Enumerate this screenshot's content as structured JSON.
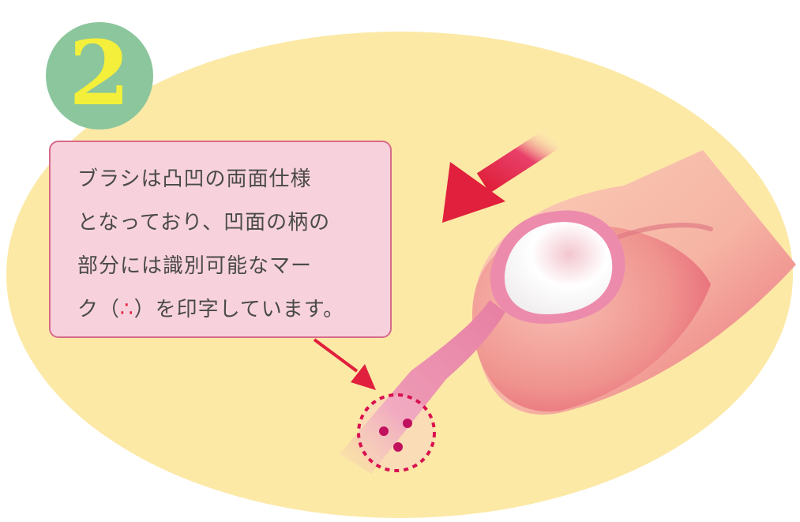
{
  "step": {
    "number": "2"
  },
  "callout": {
    "lines": [
      "ブラシは凸凹の両面仕様",
      "となっており、凹面の柄の",
      "部分には識別可能なマー"
    ],
    "last_line_before": "ク（",
    "mark_symbol": "∴",
    "last_line_after": "）を印字しています。"
  },
  "colors": {
    "background_ellipse": "#fce9a6",
    "badge": "#8bc69c",
    "badge_number": "#f4ef3a",
    "callout_fill": "#f7d2dc",
    "callout_border": "#d66a8a",
    "arrow": "#e0203c",
    "brush_handle": "#e77fa2",
    "brush_head": "#ffffff",
    "finger": "#f5a7a0",
    "mark_dots": "#c0105e"
  },
  "icons": {
    "badge": "step-number-circle",
    "big_arrow": "pointing-arrow-icon",
    "small_arrow": "pointing-arrow-icon",
    "mark_circle": "dotted-circle-highlight"
  }
}
